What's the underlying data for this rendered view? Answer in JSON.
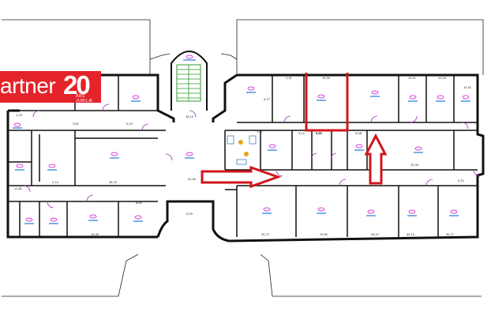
{
  "logo": {
    "word": "artner",
    "number": "20",
    "subtitle": "ÅRS JUBILÆ"
  },
  "colors": {
    "wall": "#111111",
    "highlight": "#d0161c",
    "room_tag": "#cc00cc",
    "room_text": "#1a7dd8",
    "door": "#9b2fb5",
    "stair": "#2e9a2e",
    "logo_bg": "#e4232a"
  },
  "markers": {
    "arrow_right": "arrow-right-icon",
    "arrow_up": "arrow-up-icon"
  },
  "area_labels": {
    "a1": "36,33",
    "a2": "18,10",
    "a3": "3,67",
    "a4": "5,23",
    "a5": "51,40",
    "a6": "2,74",
    "a7": "6,80",
    "a8": "15,30",
    "a9": "5,29",
    "a10": "35,77",
    "a11": "15,82",
    "a12": "9,33",
    "a13": "3,12",
    "a14": "3,80",
    "a15": "5,08",
    "a16": "2,31",
    "a17": "15,54",
    "a18": "8,90",
    "a19": "9,77",
    "a20": "1,97",
    "a21": "45,13",
    "a22": "26,27",
    "a23": "30,77",
    "a24": "29,33",
    "a25": "5,32",
    "a26": "15,52",
    "a27": "10,24",
    "a28": "19,11",
    "a29": "1,33",
    "a30": "12,81"
  }
}
